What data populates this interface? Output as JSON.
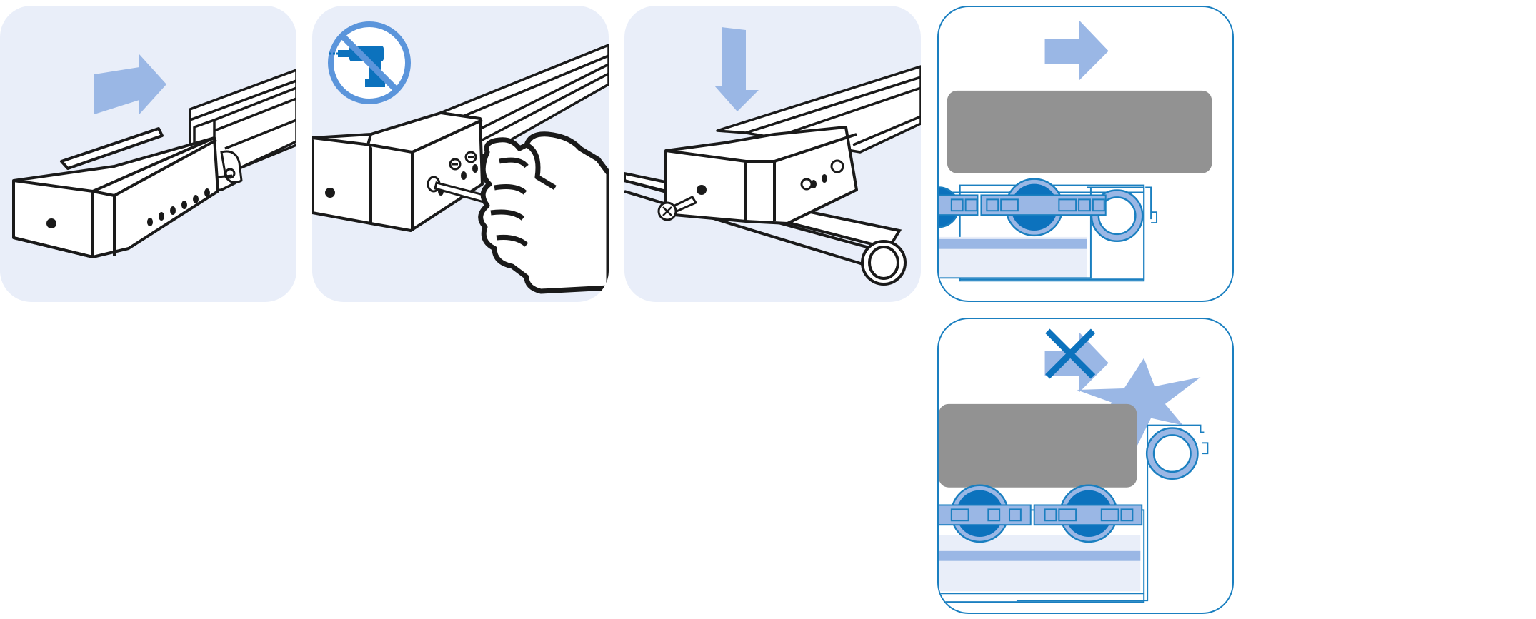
{
  "colors": {
    "panel_background": "#e9eef9",
    "arrow_blue": "#9ab7e5",
    "outline_blue": "#1a7fc0",
    "deep_blue": "#0c72bd",
    "block_gray": "#929292",
    "line_black": "#1a1a1a"
  },
  "icons": {
    "step1": "push-right-arrow-icon",
    "step2": "no-power-drill-icon",
    "step3": "press-down-arrow-icon",
    "correct": "slide-right-arrow-icon",
    "wrong": "blocked-cross-icon"
  },
  "steps": [
    "slide-rail-into-profile",
    "hand-tighten-screws",
    "attach-rail-to-pipe"
  ],
  "detail_views": [
    "correct-alignment",
    "incorrect-collision"
  ]
}
